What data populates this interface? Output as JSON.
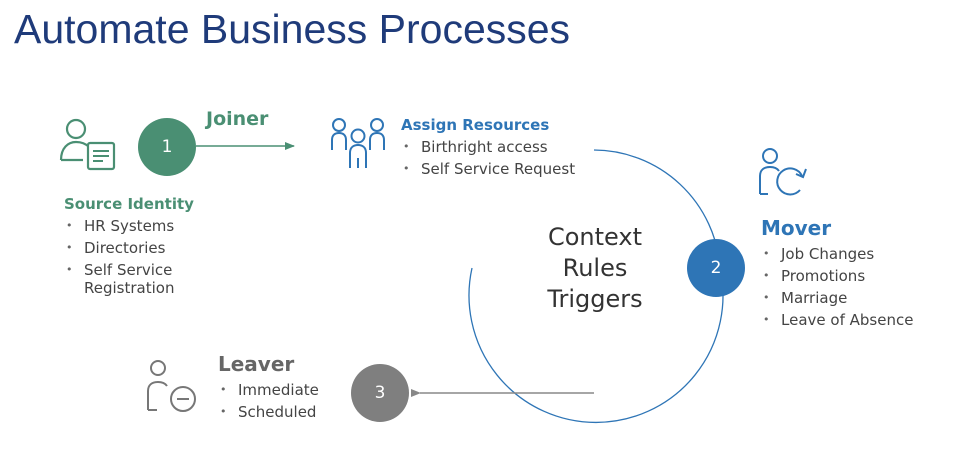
{
  "title": "Automate Business Processes",
  "colors": {
    "title": "#1f3b7a",
    "green": "#4a8f73",
    "blue": "#2e75b6",
    "gray": "#777777"
  },
  "source_identity": {
    "heading": "Source Identity",
    "items": [
      "HR Systems",
      "Directories",
      "Self Service",
      "Registration"
    ],
    "icon": "user-document-icon"
  },
  "joiner": {
    "label": "Joiner",
    "number": "1"
  },
  "assign_resources": {
    "heading": "Assign Resources",
    "items": [
      "Birthright access",
      "Self Service Request"
    ],
    "icon": "user-group-icon"
  },
  "center": {
    "lines": [
      "Context",
      "Rules",
      "Triggers"
    ]
  },
  "mover": {
    "heading": "Mover",
    "number": "2",
    "items": [
      "Job Changes",
      "Promotions",
      "Marriage",
      "Leave of Absence"
    ],
    "icon": "user-refresh-icon"
  },
  "leaver": {
    "heading": "Leaver",
    "number": "3",
    "items": [
      "Immediate",
      "Scheduled"
    ],
    "icon": "user-remove-icon"
  }
}
